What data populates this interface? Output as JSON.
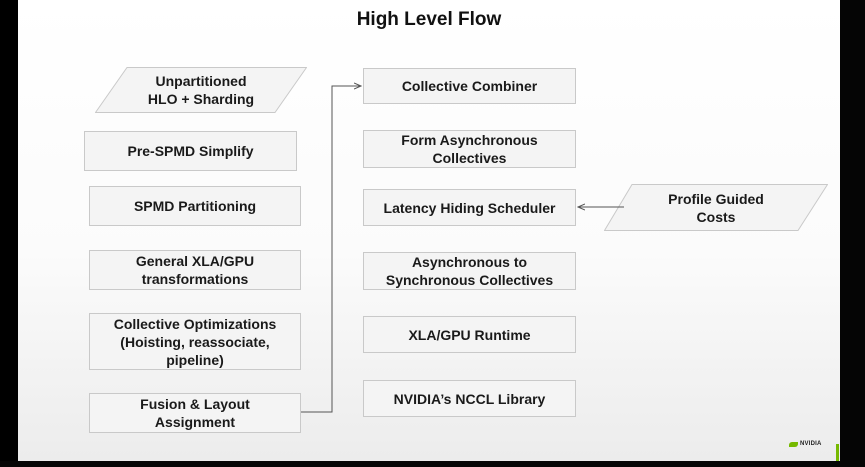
{
  "title": "High Level Flow",
  "left_column": {
    "unpartitioned": "Unpartitioned\nHLO + Sharding",
    "pre_spmd": "Pre-SPMD Simplify",
    "spmd": "SPMD Partitioning",
    "general": "General XLA/GPU\ntransformations",
    "collective_opt": "Collective Optimizations\n(Hoisting, reassociate,\npipeline)",
    "fusion": "Fusion & Layout\nAssignment"
  },
  "right_column": {
    "combiner": "Collective Combiner",
    "form_async": "Form Asynchronous\nCollectives",
    "latency": "Latency Hiding Scheduler",
    "async_sync": "Asynchronous to\nSynchronous Collectives",
    "runtime": "XLA/GPU Runtime",
    "nccl": "NVIDIA’s NCCL Library"
  },
  "profile": "Profile Guided\nCosts",
  "logo_text": "NVIDIA",
  "colors": {
    "box_fill": "#f4f4f4",
    "box_border": "#c9c9c9",
    "arrow": "#555555",
    "brand_green": "#76b900"
  }
}
